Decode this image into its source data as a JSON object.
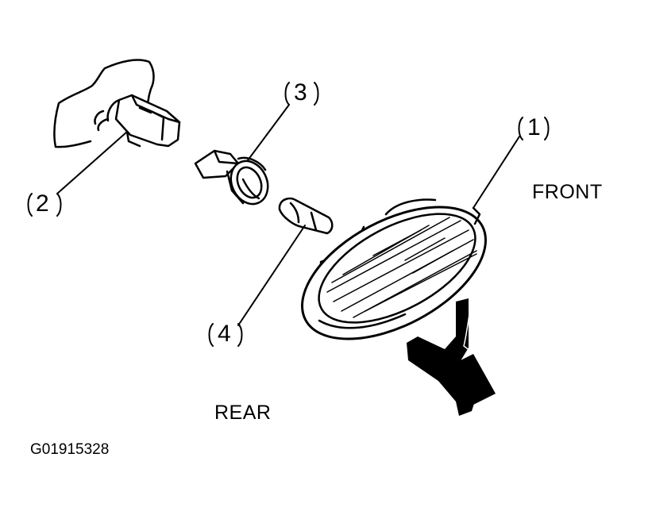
{
  "labels": {
    "front": "FRONT",
    "rear": "REAR",
    "figure_code": "G01915328"
  },
  "callouts": [
    "1",
    "2",
    "3",
    "4"
  ],
  "colors": {
    "ink": "#000000",
    "paper": "#ffffff"
  }
}
